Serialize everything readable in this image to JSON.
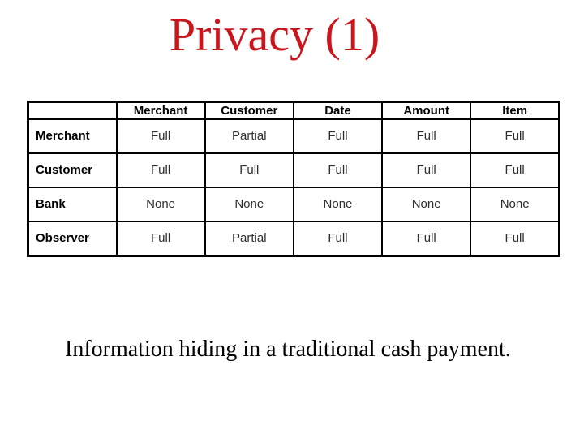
{
  "slide": {
    "title": "Privacy (1)",
    "caption": "Information hiding in a traditional cash payment."
  },
  "colors": {
    "title_red": "#C9161D",
    "table_border": "#000000",
    "background": "#FFFFFF"
  },
  "table": {
    "corner_label": "",
    "columns": [
      "Merchant",
      "Customer",
      "Date",
      "Amount",
      "Item"
    ],
    "rows": [
      {
        "label": "Merchant",
        "values": [
          "Full",
          "Partial",
          "Full",
          "Full",
          "Full"
        ]
      },
      {
        "label": "Customer",
        "values": [
          "Full",
          "Full",
          "Full",
          "Full",
          "Full"
        ]
      },
      {
        "label": "Bank",
        "values": [
          "None",
          "None",
          "None",
          "None",
          "None"
        ]
      },
      {
        "label": "Observer",
        "values": [
          "Full",
          "Partial",
          "Full",
          "Full",
          "Full"
        ]
      }
    ]
  }
}
